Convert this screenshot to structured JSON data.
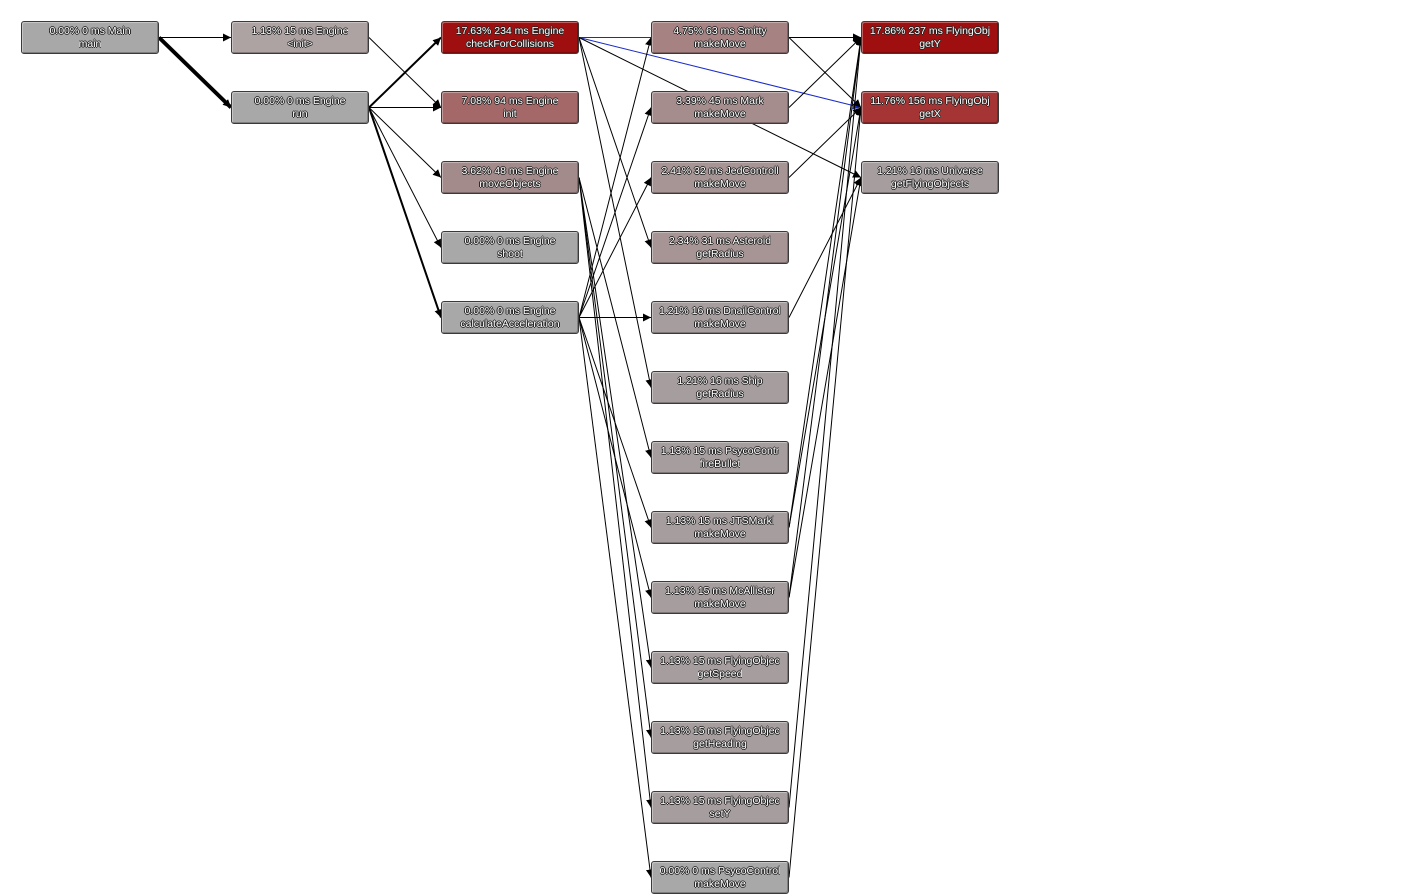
{
  "nodes": [
    {
      "id": "main",
      "line1": "0.00% 0 ms Main",
      "line2": "main",
      "color": "#a8a8a8"
    },
    {
      "id": "engine_init_ctor",
      "line1": "1.13% 15 ms Engine",
      "line2": "<init>",
      "color": "#aea3a3"
    },
    {
      "id": "engine_run",
      "line1": "0.00% 0 ms Engine",
      "line2": "run",
      "color": "#a8a8a8"
    },
    {
      "id": "check_collisions",
      "line1": "17.63% 234 ms Engine",
      "line2": "checkForCollisions",
      "color": "#a00f0f"
    },
    {
      "id": "engine_init",
      "line1": "7.08% 94 ms Engine",
      "line2": "init",
      "color": "#a46868"
    },
    {
      "id": "move_objects",
      "line1": "3.62% 48 ms Engine",
      "line2": "moveObjects",
      "color": "#a48b8b"
    },
    {
      "id": "shoot",
      "line1": "0.00% 0 ms Engine",
      "line2": "shoot",
      "color": "#a8a8a8"
    },
    {
      "id": "calc_accel",
      "line1": "0.00% 0 ms Engine",
      "line2": "calculateAcceleration",
      "color": "#a8a8a8"
    },
    {
      "id": "smitty_move",
      "line1": "4.75% 63 ms Smitty",
      "line2": "makeMove",
      "color": "#a68282"
    },
    {
      "id": "mark_move",
      "line1": "3.39% 45 ms Mark",
      "line2": "makeMove",
      "color": "#a68d8d"
    },
    {
      "id": "jed_move",
      "line1": "2.41% 32 ms JedControll",
      "line2": "makeMove",
      "color": "#a79494"
    },
    {
      "id": "asteroid_radius",
      "line1": "2.34% 31 ms Asteroid",
      "line2": "getRadius",
      "color": "#a79595"
    },
    {
      "id": "dnail_move",
      "line1": "1.21% 16 ms DnailControl",
      "line2": "makeMove",
      "color": "#a69e9e"
    },
    {
      "id": "ship_radius",
      "line1": "1.21% 16 ms Ship",
      "line2": "getRadius",
      "color": "#a69e9e"
    },
    {
      "id": "psyco_fire",
      "line1": "1.13% 15 ms PsycoContr",
      "line2": "fireBullet",
      "color": "#a69e9e"
    },
    {
      "id": "jts_move",
      "line1": "1.13% 15 ms JTSMarkl",
      "line2": "makeMove",
      "color": "#a69e9e"
    },
    {
      "id": "mcallister_move",
      "line1": "1.13% 15 ms McAllister",
      "line2": "makeMove",
      "color": "#a69e9e"
    },
    {
      "id": "fo_speed",
      "line1": "1.13% 15 ms FlyingObjec",
      "line2": "getSpeed",
      "color": "#a69e9e"
    },
    {
      "id": "fo_heading",
      "line1": "1.13% 15 ms FlyingObjec",
      "line2": "getHeading",
      "color": "#a69e9e"
    },
    {
      "id": "fo_sety",
      "line1": "1.13% 15 ms FlyingObjec",
      "line2": "setY",
      "color": "#a69e9e"
    },
    {
      "id": "psyco_move",
      "line1": "0.00% 0 ms PsycoControl",
      "line2": "makeMove",
      "color": "#a8a8a8"
    },
    {
      "id": "fo_gety",
      "line1": "17.86% 237 ms FlyingObj",
      "line2": "getY",
      "color": "#a00f0f"
    },
    {
      "id": "fo_getx",
      "line1": "11.76% 156 ms FlyingObj",
      "line2": "getX",
      "color": "#a53535"
    },
    {
      "id": "universe_get",
      "line1": "1.21% 16 ms Universe",
      "line2": "getFlyingObjects",
      "color": "#a69e9e"
    }
  ],
  "edges": [
    {
      "from": "main",
      "to": "engine_init_ctor"
    },
    {
      "from": "main",
      "to": "engine_run",
      "weight": 4
    },
    {
      "from": "engine_init_ctor",
      "to": "engine_init"
    },
    {
      "from": "engine_run",
      "to": "check_collisions",
      "weight": 2
    },
    {
      "from": "engine_run",
      "to": "engine_init"
    },
    {
      "from": "engine_run",
      "to": "move_objects"
    },
    {
      "from": "engine_run",
      "to": "shoot"
    },
    {
      "from": "engine_run",
      "to": "calc_accel",
      "weight": 2
    },
    {
      "from": "check_collisions",
      "to": "fo_gety",
      "color": "#1a2ac8"
    },
    {
      "from": "check_collisions",
      "to": "fo_getx",
      "color": "#1a2ac8"
    },
    {
      "from": "check_collisions",
      "to": "asteroid_radius"
    },
    {
      "from": "check_collisions",
      "to": "ship_radius"
    },
    {
      "from": "check_collisions",
      "to": "universe_get"
    },
    {
      "from": "move_objects",
      "to": "fo_speed"
    },
    {
      "from": "move_objects",
      "to": "fo_heading"
    },
    {
      "from": "move_objects",
      "to": "fo_sety"
    },
    {
      "from": "move_objects",
      "to": "psyco_fire"
    },
    {
      "from": "calc_accel",
      "to": "smitty_move"
    },
    {
      "from": "calc_accel",
      "to": "mark_move"
    },
    {
      "from": "calc_accel",
      "to": "jed_move"
    },
    {
      "from": "calc_accel",
      "to": "dnail_move"
    },
    {
      "from": "calc_accel",
      "to": "jts_move"
    },
    {
      "from": "calc_accel",
      "to": "mcallister_move"
    },
    {
      "from": "calc_accel",
      "to": "psyco_move"
    },
    {
      "from": "smitty_move",
      "to": "fo_gety"
    },
    {
      "from": "smitty_move",
      "to": "fo_getx"
    },
    {
      "from": "mark_move",
      "to": "fo_gety"
    },
    {
      "from": "jed_move",
      "to": "fo_getx"
    },
    {
      "from": "dnail_move",
      "to": "universe_get"
    },
    {
      "from": "jts_move",
      "to": "fo_gety"
    },
    {
      "from": "jts_move",
      "to": "fo_getx"
    },
    {
      "from": "mcallister_move",
      "to": "fo_gety"
    },
    {
      "from": "mcallister_move",
      "to": "universe_get"
    },
    {
      "from": "fo_sety",
      "to": "fo_gety"
    },
    {
      "from": "psyco_move",
      "to": "fo_getx"
    }
  ]
}
